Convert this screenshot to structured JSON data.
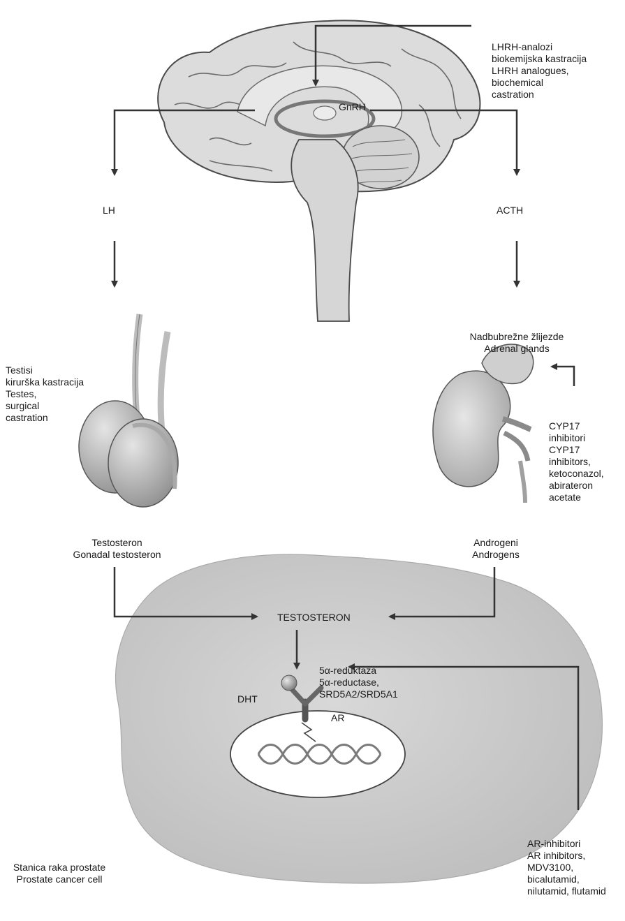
{
  "labels": {
    "lhrh": [
      "LHRH-analozi",
      "biokemijska kastracija",
      "LHRH analogues,",
      "biochemical",
      "castration"
    ],
    "gnrh": "GnRH",
    "lh": "LH",
    "acth": "ACTH",
    "adrenal": [
      "Nadbubrežne žlijezde",
      "Adrenal glands"
    ],
    "testes": [
      "Testisi",
      "kirurška kastracija",
      "Testes,",
      "surgical",
      "castration"
    ],
    "cyp17": [
      "CYP17",
      "inhibitori",
      "CYP17",
      "inhibitors,",
      "ketoconazol,",
      "abirateron",
      "acetate"
    ],
    "testosteron_left": [
      "Testosteron",
      "Gonadal testosteron"
    ],
    "androgens": [
      "Androgeni",
      "Androgens"
    ],
    "testosteron_center": "TESTOSTERON",
    "reductase": [
      "5α-reduktaza",
      "5α-reductase,",
      "SRD5A2/SRD5A1"
    ],
    "dht": "DHT",
    "ar": "AR",
    "cell": [
      "Stanica raka prostate",
      "Prostate cancer cell"
    ],
    "ar_inhibitors": [
      "AR-inhibitori",
      "AR inhibitors,",
      "MDV3100,",
      "bicalutamid,",
      "nilutamid, flutamid"
    ]
  },
  "colors": {
    "arrow": "#333333",
    "brain_fill": "#dcdcdc",
    "brain_line": "#4a4a4a",
    "cell_fill": "#cfcfcf",
    "organ_fill": "#bdbdbd",
    "nucleus_fill": "#ffffff"
  }
}
